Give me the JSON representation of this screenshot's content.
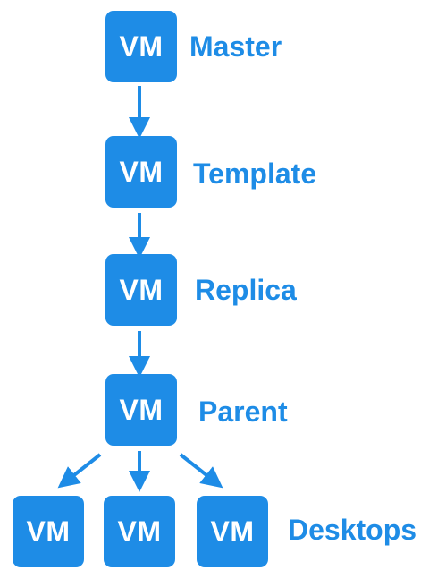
{
  "colors": {
    "accent": "#1e8ce6",
    "box_text": "#ffffff"
  },
  "nodes": {
    "master": {
      "box_text": "VM",
      "label": "Master"
    },
    "template": {
      "box_text": "VM",
      "label": "Template"
    },
    "replica": {
      "box_text": "VM",
      "label": "Replica"
    },
    "parent": {
      "box_text": "VM",
      "label": "Parent"
    },
    "desktops": {
      "label": "Desktops",
      "boxes": [
        "VM",
        "VM",
        "VM"
      ]
    }
  }
}
